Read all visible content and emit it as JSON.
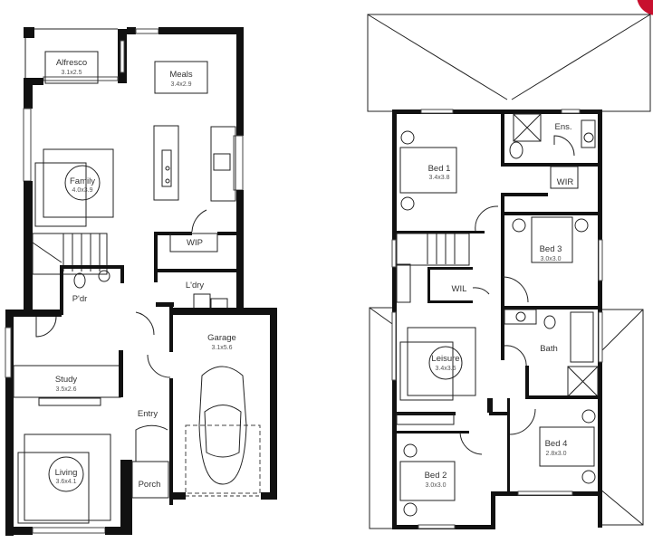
{
  "ground_floor": {
    "rooms": [
      {
        "name": "Alfresco",
        "size": "3.1x2.5"
      },
      {
        "name": "Meals",
        "size": "3.4x2.9"
      },
      {
        "name": "Family",
        "size": "4.0x3.9"
      },
      {
        "name": "WIP"
      },
      {
        "name": "P'dr"
      },
      {
        "name": "L'dry"
      },
      {
        "name": "Garage",
        "size": "3.1x5.6"
      },
      {
        "name": "Study",
        "size": "3.5x2.6"
      },
      {
        "name": "Entry"
      },
      {
        "name": "Living",
        "size": "3.6x4.1"
      },
      {
        "name": "Porch"
      }
    ]
  },
  "first_floor": {
    "rooms": [
      {
        "name": "Bed 1",
        "size": "3.4x3.8"
      },
      {
        "name": "Ens."
      },
      {
        "name": "WIR"
      },
      {
        "name": "Bed 3",
        "size": "3.0x3.0"
      },
      {
        "name": "WIL"
      },
      {
        "name": "Bath"
      },
      {
        "name": "Leisure",
        "size": "3.4x3.6"
      },
      {
        "name": "Bed 4",
        "size": "2.8x3.0"
      },
      {
        "name": "Bed 2",
        "size": "3.0x3.0"
      }
    ]
  },
  "colors": {
    "wall": "#111111",
    "badge": "#c8102e"
  }
}
